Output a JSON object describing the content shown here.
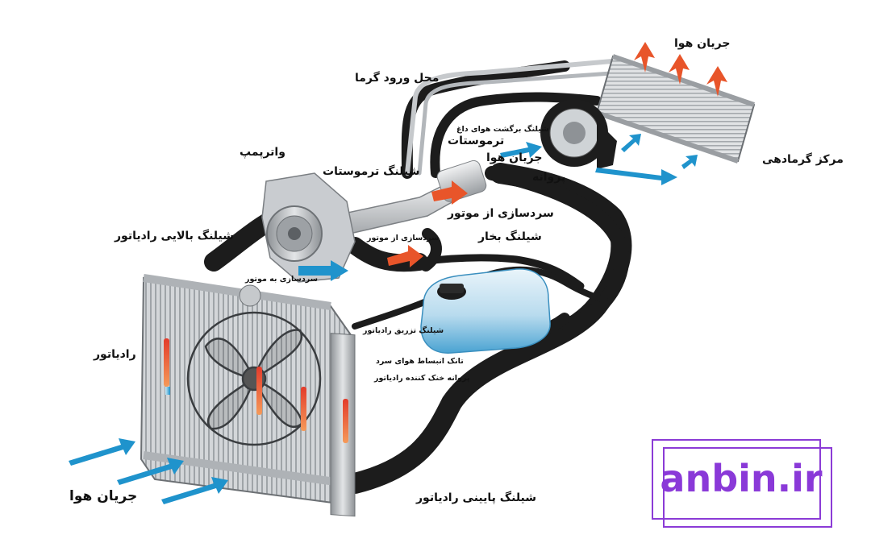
{
  "labels": {
    "air_flow_top": "جریان هوا",
    "heat_inlet": "محل ورود گرما",
    "heater_return_hose": "شیلنگ برگشت هوای داغ",
    "thermostat": "ترموستات",
    "air_flow_mid": "جریان هوا",
    "heater_core": "مرکز گرمادهی",
    "water_pump": "واترپمپ",
    "thermostat_hose": "شیلنگ ترموستات",
    "fan_blower": "پروانه",
    "from_engine_cooling": "سردسازی از موتور",
    "from_engine_small": "سردسازی از موتور",
    "steam_hose": "شیلنگ بخار",
    "upper_radiator_hose": "شیلنگ بالایی رادیاتور",
    "to_engine_cooling": "سردسازی به موتور",
    "radiator_fill_hose": "شیلنگ تزریق رادیاتور",
    "radiator": "رادیاتور",
    "expansion_tank": "تانک انبساط هوای سرد",
    "radiator_cooling_fan": "پروانه خنک کننده رادیاتور",
    "lower_radiator_hose": "شیلنگ پایینی رادیاتور",
    "air_flow_bottom": "جریان هوا"
  },
  "brand": {
    "text": "anbin.ir",
    "color": "#8a39d8"
  },
  "colors": {
    "hot": "#e8552a",
    "cold": "#2a9bd1",
    "hose": "#1b1b1b",
    "metal": "#b9bcc0"
  }
}
